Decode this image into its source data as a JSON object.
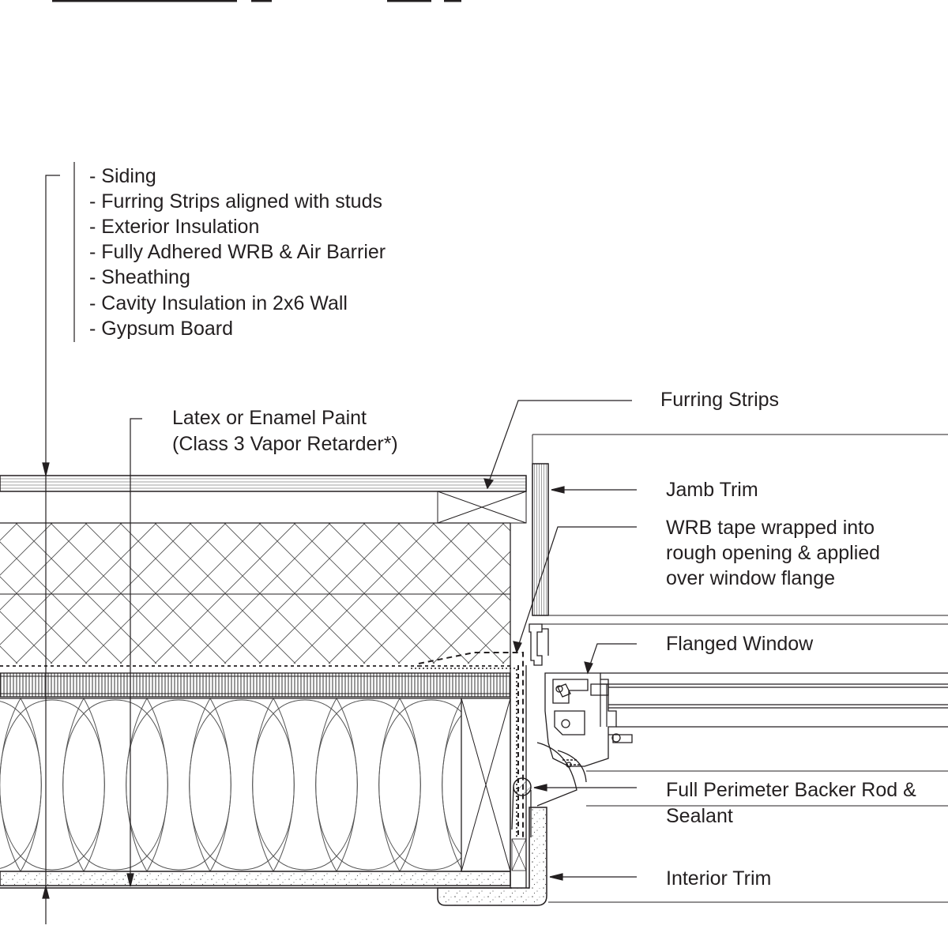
{
  "diagram": {
    "wall_assembly_layers": [
      "- Siding",
      "- Furring Strips aligned with studs",
      "- Exterior Insulation",
      "- Fully Adhered WRB & Air Barrier",
      "- Sheathing",
      "- Cavity Insulation in 2x6 Wall",
      "- Gypsum Board"
    ],
    "paint_callout": {
      "line1": "Latex or Enamel Paint",
      "line2": "(Class 3 Vapor Retarder*)"
    },
    "callouts": {
      "furring_strips": "Furring Strips",
      "jamb_trim": "Jamb Trim",
      "wrb_tape": [
        "WRB tape wrapped into",
        "rough opening & applied",
        "over window flange"
      ],
      "flanged_window": "Flanged Window",
      "backer_rod": [
        "Full Perimeter Backer Rod &",
        "Sealant"
      ],
      "interior_trim": "Interior Trim"
    }
  }
}
